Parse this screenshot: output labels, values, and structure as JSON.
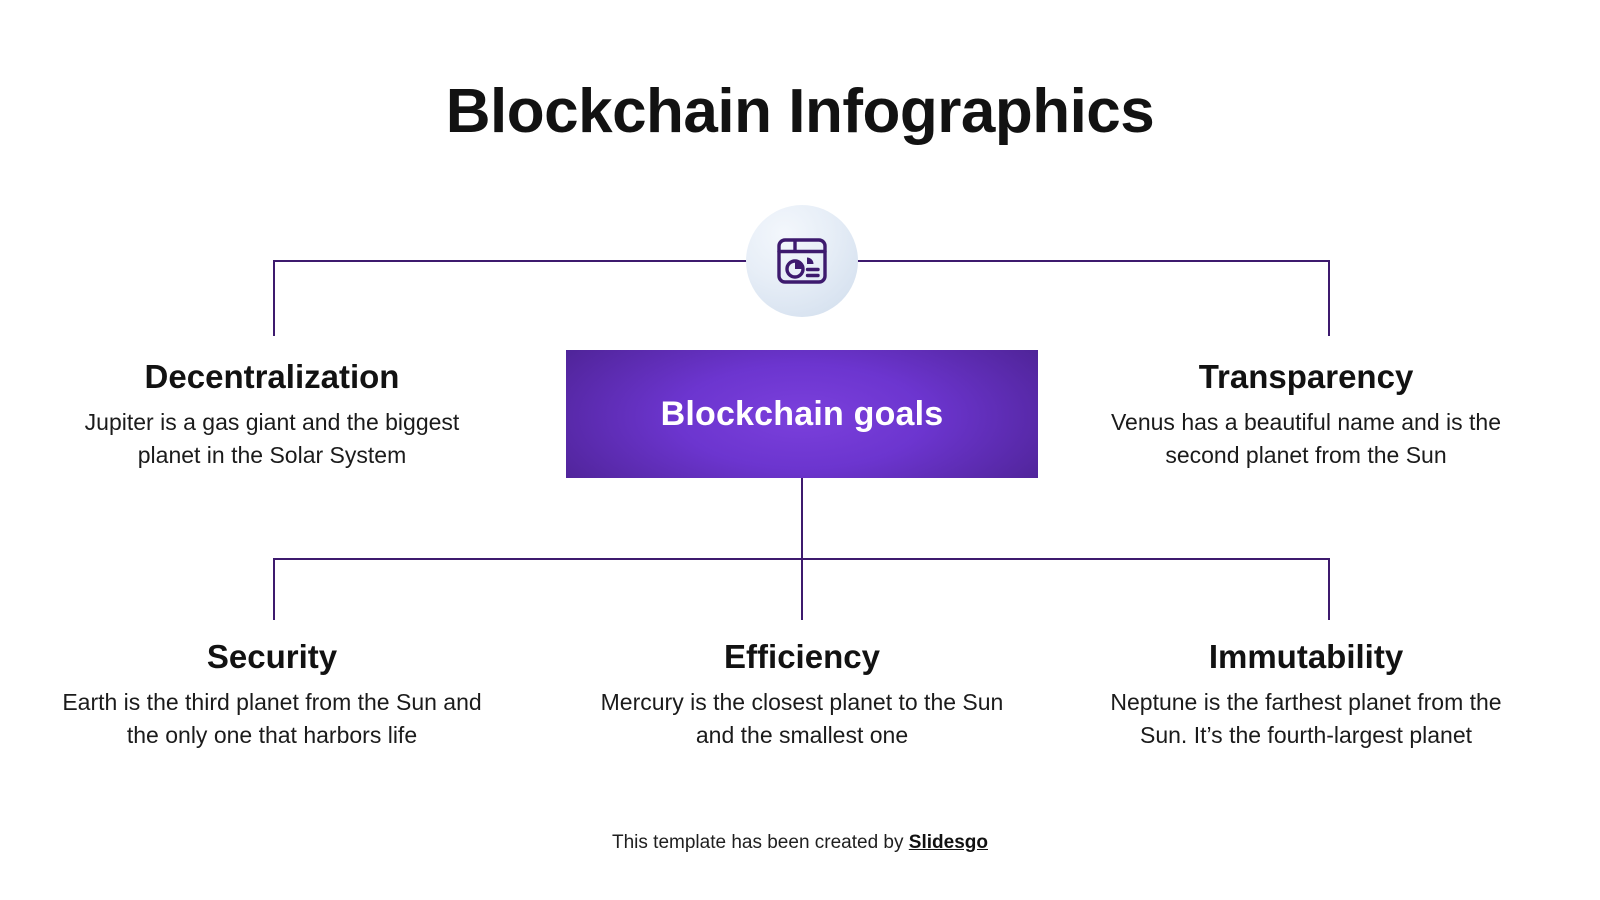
{
  "slide": {
    "title": "Blockchain Infographics",
    "background_color": "#ffffff"
  },
  "center": {
    "icon_name": "dashboard-pie-chart-window-icon",
    "icon_color": "#3d1a6e",
    "badge_gradient_from": "#f3f7fc",
    "badge_gradient_to": "#cfdcec",
    "box_label": "Blockchain goals",
    "box_gradient_center": "#7b40dc",
    "box_gradient_edge": "#3a1d7e",
    "box_text_color": "#ffffff"
  },
  "connectors": {
    "color": "#3d1a6e"
  },
  "items": [
    {
      "id": "decentralization",
      "title": "Decentralization",
      "description": "Jupiter is a gas giant and the biggest planet in the Solar System"
    },
    {
      "id": "transparency",
      "title": "Transparency",
      "description": "Venus has a beautiful name and is the second planet from the Sun"
    },
    {
      "id": "security",
      "title": "Security",
      "description": "Earth is the third planet from the Sun and the only one that harbors life"
    },
    {
      "id": "efficiency",
      "title": "Efficiency",
      "description": "Mercury is the closest planet to the Sun and the smallest one"
    },
    {
      "id": "immutability",
      "title": "Immutability",
      "description": "Neptune is the farthest planet from the Sun. It’s the fourth-largest planet"
    }
  ],
  "footer": {
    "prefix": "This template has been created by ",
    "link_label": "Slidesgo"
  }
}
